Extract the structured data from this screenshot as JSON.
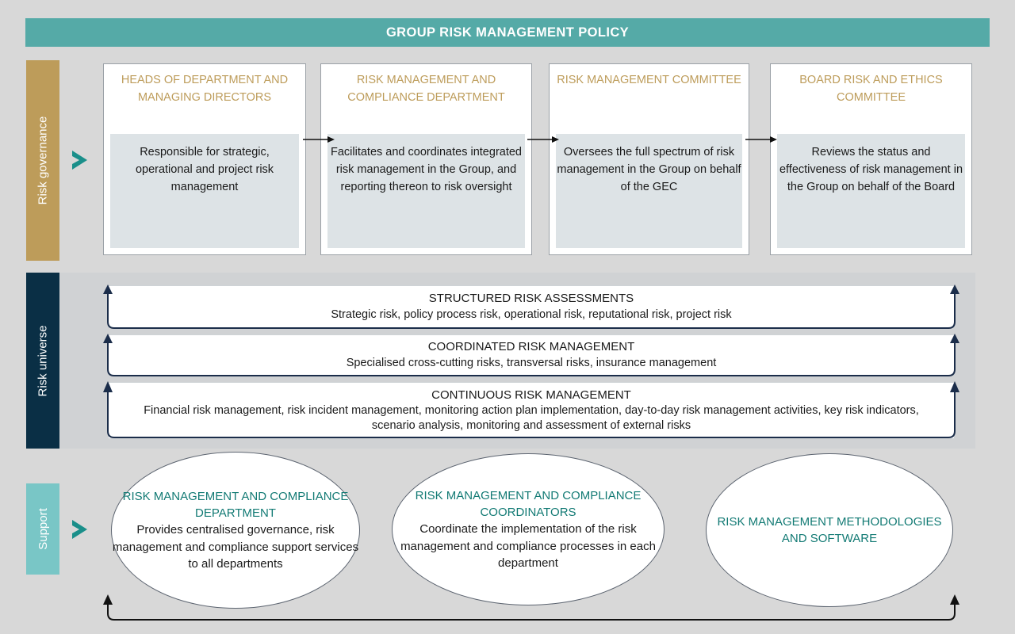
{
  "header": {
    "title": "GROUP RISK MANAGEMENT POLICY",
    "bg_color": "#55aaa7",
    "text_color": "#ffffff"
  },
  "page": {
    "background": "#d8d8d8"
  },
  "rails": [
    {
      "label": "Risk governance",
      "color": "#bd9c5a"
    },
    {
      "label": "Risk universe",
      "color": "#0a2f45"
    },
    {
      "label": "Support",
      "color": "#79c6c6"
    }
  ],
  "chevron": {
    "name": "chevron-right-marker",
    "color": "#1a8f8a"
  },
  "governance": {
    "title_color": "#bd9c5a",
    "body_bg": "#dde3e6",
    "boxes": [
      {
        "title": "HEADS OF DEPARTMENT AND MANAGING DIRECTORS",
        "body": "Responsible for strategic, operational and project risk management"
      },
      {
        "title": "RISK MANAGEMENT AND COMPLIANCE DEPARTMENT",
        "body": "Facilitates and coordinates integrated risk management in the Group, and reporting thereon to risk oversight"
      },
      {
        "title": "RISK MANAGEMENT COMMITTEE",
        "body": "Oversees the full spectrum of risk management in the Group on behalf of the GEC"
      },
      {
        "title": "BOARD RISK AND ETHICS COMMITTEE",
        "body": "Reviews the status and effectiveness of risk management in the Group on behalf of the Board"
      }
    ]
  },
  "universe": {
    "band_color": "#d0d2d4",
    "outline_color": "#1b2d4a",
    "rows": [
      {
        "heading": "STRUCTURED RISK ASSESSMENTS",
        "subtext": "Strategic risk, policy process risk, operational risk, reputational risk, project risk"
      },
      {
        "heading": "COORDINATED RISK MANAGEMENT",
        "subtext": "Specialised cross-cutting risks, transversal risks, insurance management"
      },
      {
        "heading": "CONTINUOUS RISK MANAGEMENT",
        "subtext": "Financial risk management, risk incident management, monitoring action plan implementation, day-to-day risk management activities, key risk indicators, scenario analysis, monitoring and assessment of external risks"
      }
    ]
  },
  "support": {
    "title_color": "#127a74",
    "ellipses": [
      {
        "title": "RISK MANAGEMENT AND COMPLIANCE DEPARTMENT",
        "body": "Provides centralised governance, risk management and compliance support services to all departments"
      },
      {
        "title": "RISK MANAGEMENT AND COMPLIANCE COORDINATORS",
        "body": "Coordinate the implementation of the risk management and compliance processes in each department"
      },
      {
        "title": "RISK MANAGEMENT METHODOLOGIES AND SOFTWARE",
        "body": ""
      }
    ]
  }
}
